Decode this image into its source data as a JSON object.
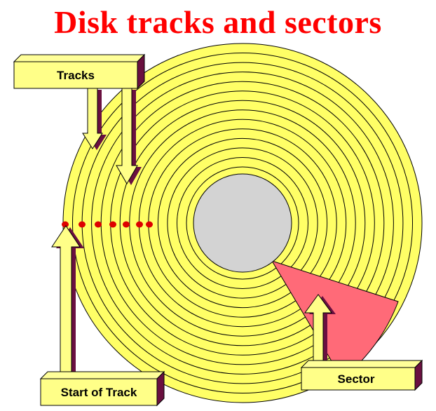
{
  "title": "Disk tracks and sectors",
  "labels": {
    "tracks": "Tracks",
    "start_of_track": "Start of Track",
    "sector": "Sector"
  },
  "colors": {
    "title": "#ff0000",
    "disk": "#ffff66",
    "track_line": "#000000",
    "hub": "#d3d3d3",
    "sector": "#ff6a78",
    "marker": "#dd0000",
    "label_box": "#ffff88",
    "shadow": "#660033"
  },
  "disk": {
    "track_count": 14
  }
}
